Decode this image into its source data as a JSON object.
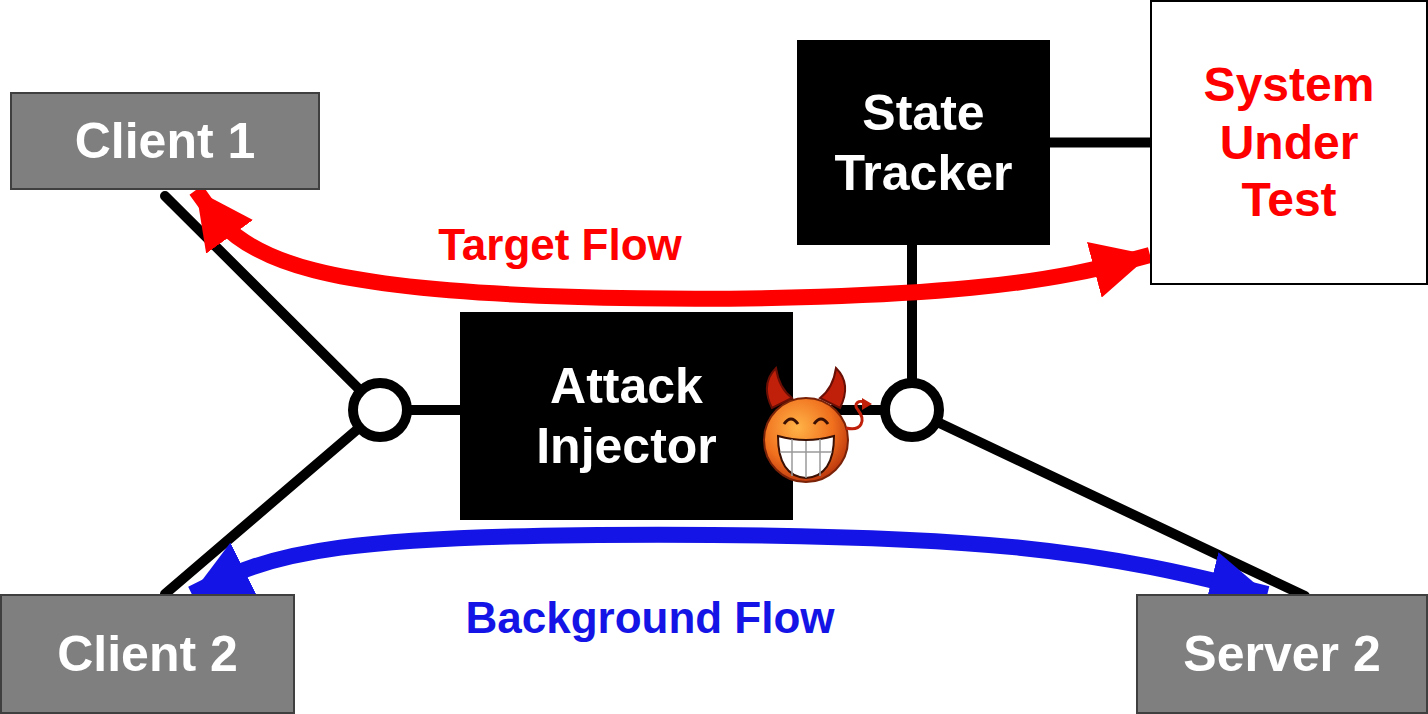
{
  "diagram": {
    "nodes": [
      {
        "text": [
          "Client 1"
        ]
      },
      {
        "text": [
          "State Tracker"
        ]
      },
      {
        "text": [
          "System Under Test"
        ]
      },
      {
        "text": [
          "Attack Injector"
        ]
      },
      {
        "text": [
          "Client 2"
        ]
      },
      {
        "text": [
          "Server 2"
        ]
      }
    ],
    "edges": [
      {
        "from": 0,
        "to": 2,
        "arrow": "both",
        "label": "Target Flow"
      },
      {
        "from": 4,
        "to": 5,
        "arrow": "both",
        "label": "Background Flow"
      },
      {
        "from": 1,
        "to": 2,
        "arrow": "none"
      }
    ]
  }
}
